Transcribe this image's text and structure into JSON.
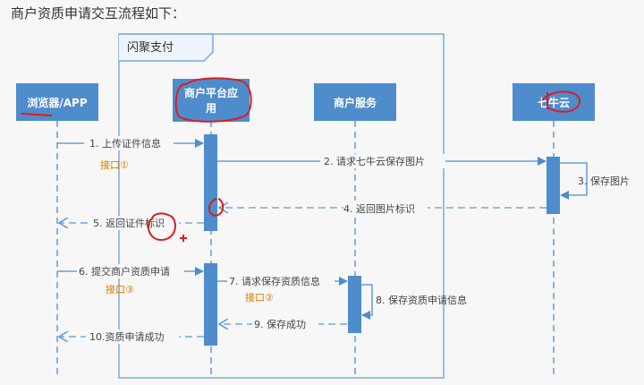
{
  "heading": "商户资质申请交互流程如下：",
  "frame_label": "闪聚支付",
  "participants": {
    "browser": "浏览器/APP",
    "platform": "商户平台应用",
    "service": "商户服务",
    "qiniu": "七牛云"
  },
  "messages": {
    "m1": "1. 上传证件信息",
    "m2": "2. 请求七牛云保存图片",
    "m3": "3. 保存图片",
    "m4": "4. 返回图片标识",
    "m5": "5. 返回证件标识",
    "m6": "6. 提交商户资质申请",
    "m7": "7. 请求保存资质信息",
    "m8": "8. 保存资质申请信息",
    "m9": "9. 保存成功",
    "m10": "10.资质申请成功"
  },
  "notes": {
    "api1": "接口①",
    "api2": "接口②",
    "api3": "接口③"
  },
  "colors": {
    "header_fill": "#4f8ccc",
    "lifeline": "#4f8ccc",
    "activation": "#4f8ccc",
    "arrow": "#5a9ad6",
    "note": "#e07b00",
    "frame": "#5a9ad6",
    "annotation": "#d62020"
  }
}
